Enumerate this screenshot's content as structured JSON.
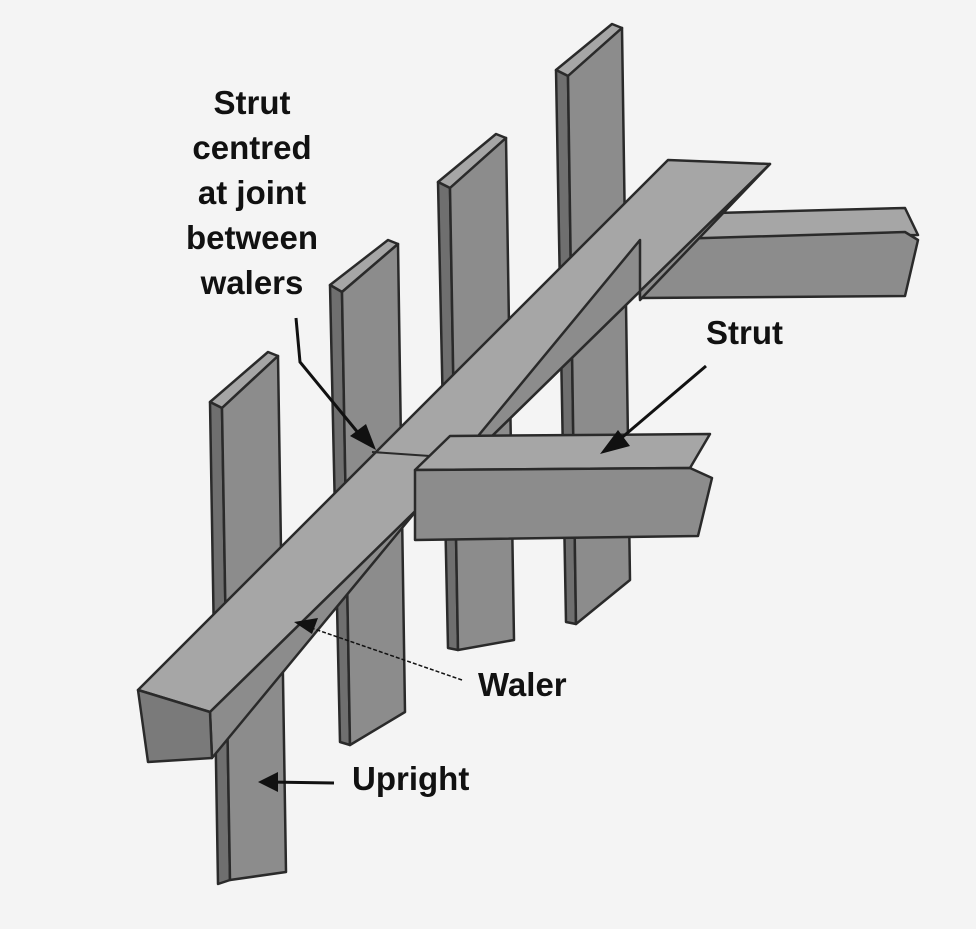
{
  "labels": {
    "strut_joint": [
      "Strut",
      "centred",
      "at joint",
      "between",
      "walers"
    ],
    "strut": "Strut",
    "waler": "Waler",
    "upright": "Upright"
  },
  "colors": {
    "background": "#f4f4f4",
    "timber_face": "#8c8c8c",
    "timber_top": "#a6a6a6",
    "timber_dark": "#6f6f6f",
    "outline": "#2a2a2a",
    "text": "#111111"
  }
}
